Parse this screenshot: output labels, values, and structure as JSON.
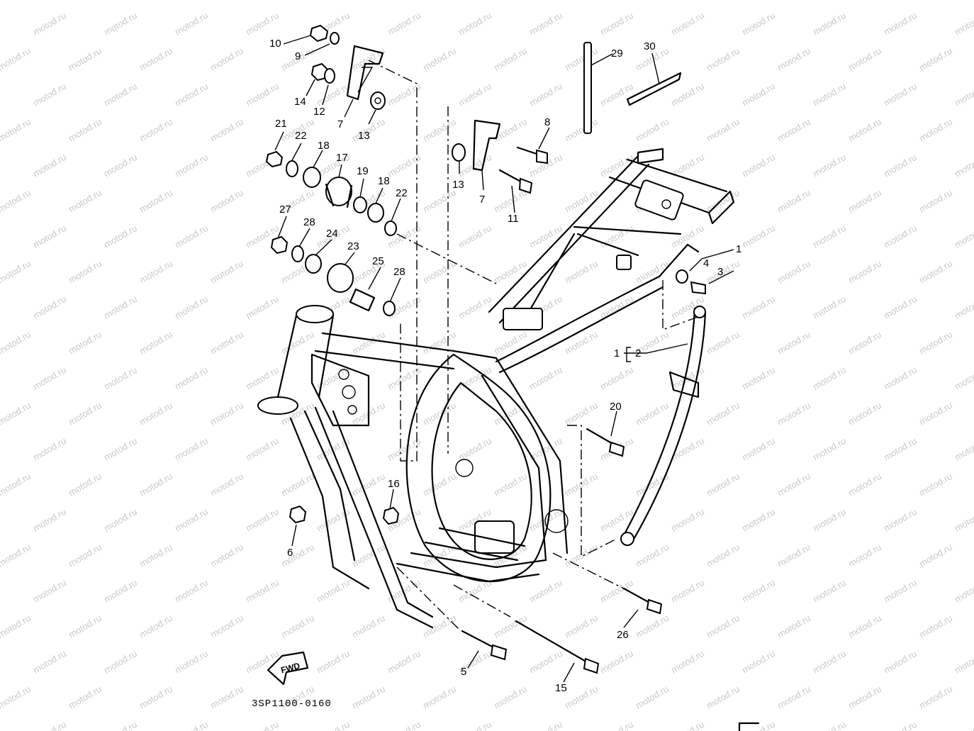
{
  "watermark": "motod.ru",
  "diagram_code": "3SP1100-0160",
  "fwd_label": "FWD",
  "parts": [
    {
      "id": "p10",
      "text": "10"
    },
    {
      "id": "p9",
      "text": "9"
    },
    {
      "id": "p14",
      "text": "14"
    },
    {
      "id": "p12",
      "text": "12"
    },
    {
      "id": "p7a",
      "text": "7"
    },
    {
      "id": "p13a",
      "text": "13"
    },
    {
      "id": "p21",
      "text": "21"
    },
    {
      "id": "p22a",
      "text": "22"
    },
    {
      "id": "p18a",
      "text": "18"
    },
    {
      "id": "p17",
      "text": "17"
    },
    {
      "id": "p19",
      "text": "19"
    },
    {
      "id": "p18b",
      "text": "18"
    },
    {
      "id": "p22b",
      "text": "22"
    },
    {
      "id": "p27",
      "text": "27"
    },
    {
      "id": "p28a",
      "text": "28"
    },
    {
      "id": "p24",
      "text": "24"
    },
    {
      "id": "p23",
      "text": "23"
    },
    {
      "id": "p25",
      "text": "25"
    },
    {
      "id": "p28b",
      "text": "28"
    },
    {
      "id": "p8",
      "text": "8"
    },
    {
      "id": "p13b",
      "text": "13"
    },
    {
      "id": "p7b",
      "text": "7"
    },
    {
      "id": "p11",
      "text": "11"
    },
    {
      "id": "p29",
      "text": "29"
    },
    {
      "id": "p30",
      "text": "30"
    },
    {
      "id": "p1a",
      "text": "1"
    },
    {
      "id": "p4",
      "text": "4"
    },
    {
      "id": "p3",
      "text": "3"
    },
    {
      "id": "p1b",
      "text": "1"
    },
    {
      "id": "p2",
      "text": "2"
    },
    {
      "id": "p20",
      "text": "20"
    },
    {
      "id": "p16",
      "text": "16"
    },
    {
      "id": "p6",
      "text": "6"
    },
    {
      "id": "p26",
      "text": "26"
    },
    {
      "id": "p5",
      "text": "5"
    },
    {
      "id": "p15",
      "text": "15"
    }
  ]
}
